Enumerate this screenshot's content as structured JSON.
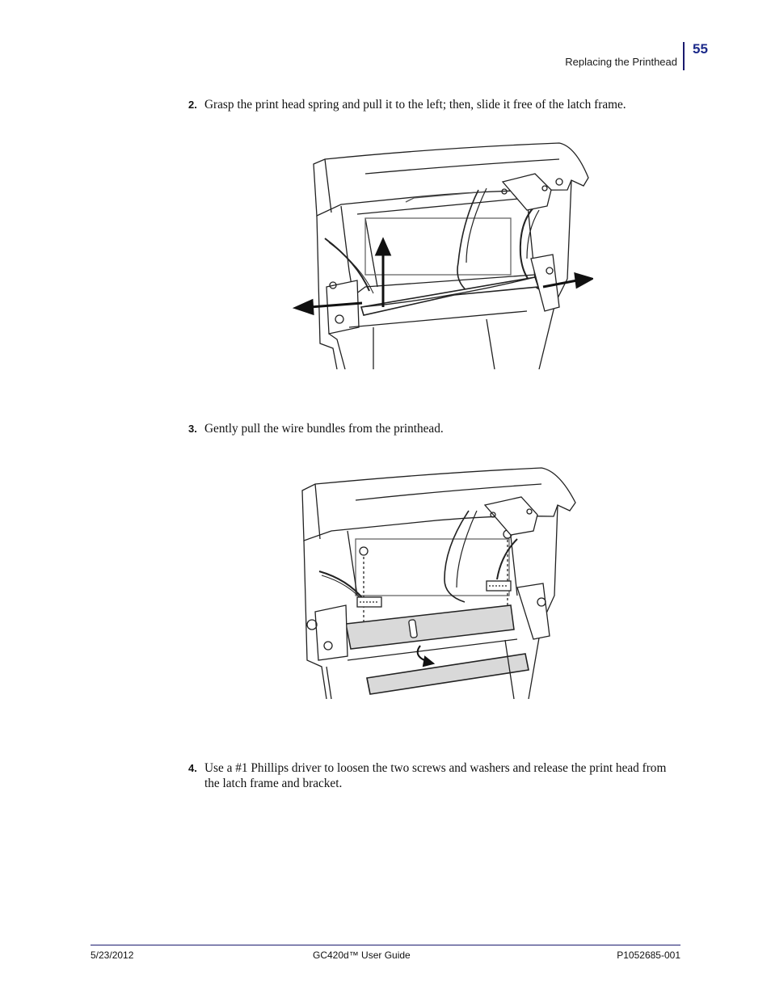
{
  "header": {
    "section_title": "Replacing the Printhead",
    "page_number": "55"
  },
  "steps": [
    {
      "number": "2.",
      "text": "Grasp the print head spring and pull it to the left; then, slide it free of the latch frame."
    },
    {
      "number": "3.",
      "text": "Gently pull the wire bundles from the printhead."
    },
    {
      "number": "4.",
      "text": "Use a #1 Phillips driver to loosen the two screws and washers and release the print head from the latch frame and bracket."
    }
  ],
  "footer": {
    "date": "5/23/2012",
    "guide_title": "GC420d™ User Guide",
    "part_number": "P1052685-001"
  }
}
